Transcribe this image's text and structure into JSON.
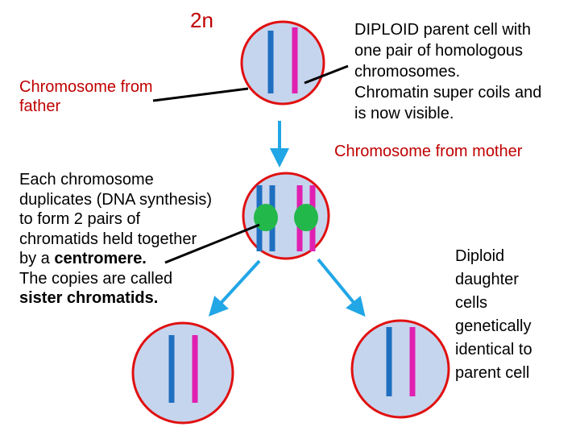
{
  "labels": {
    "ploidy": "2n",
    "chromosome_from_father": "Chromosome from\nfather",
    "parent_description": "DIPLOID parent cell with\none pair of homologous\nchromosomes.\nChromatin super coils and\nis now visible.",
    "chromosome_from_mother": "Chromosome from mother",
    "duplication_intro": "Each chromosome\nduplicates (DNA synthesis)\nto form 2 pairs of\nchromatids held together\nby a",
    "centromere_term": "centromere.",
    "copies_intro": "The copies are called",
    "sister_chromatids_term": "sister chromatids.",
    "daughter_description": "Diploid\ndaughter\ncells\ngenetically\nidentical to\nparent cell"
  },
  "colors": {
    "cell_fill": "#c6d5ee",
    "cell_border": "#e01010",
    "paternal_chromosome": "#1f6fc1",
    "maternal_chromosome": "#e020b0",
    "centromere": "#22b84a",
    "arrow": "#21a6e6",
    "pointer_line": "#000000",
    "label_red": "#c00000"
  },
  "icons": {
    "arrow_down": "arrow-down-icon",
    "arrow_down_left": "arrow-down-left-icon",
    "arrow_down_right": "arrow-down-right-icon"
  }
}
